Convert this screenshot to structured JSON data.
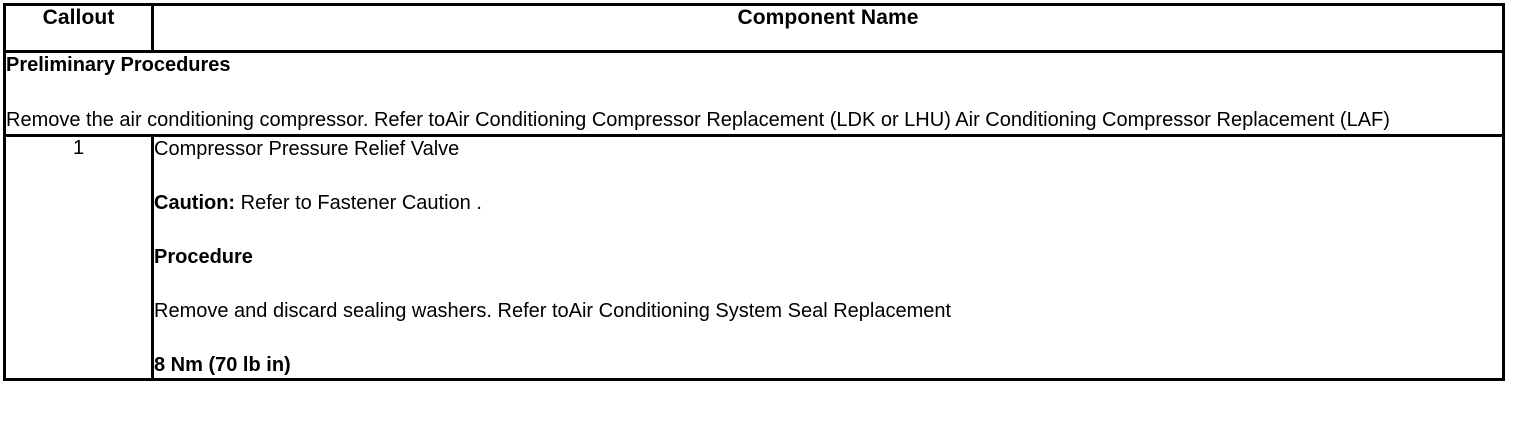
{
  "table": {
    "headers": {
      "callout": "Callout",
      "component_name": "Component Name"
    },
    "preliminary": {
      "title": "Preliminary Procedures",
      "body": "Remove the air conditioning compressor. Refer toAir Conditioning Compressor Replacement (LDK or LHU) Air Conditioning Compressor Replacement (LAF)"
    },
    "rows": [
      {
        "callout": "1",
        "component": "Compressor Pressure Relief Valve",
        "caution_label": "Caution:",
        "caution_text": " Refer to Fastener Caution .",
        "procedure_heading": "Procedure",
        "procedure_text": "Remove and discard sealing washers. Refer toAir Conditioning System Seal Replacement",
        "torque": "8 Nm (70 lb in)"
      }
    ]
  }
}
